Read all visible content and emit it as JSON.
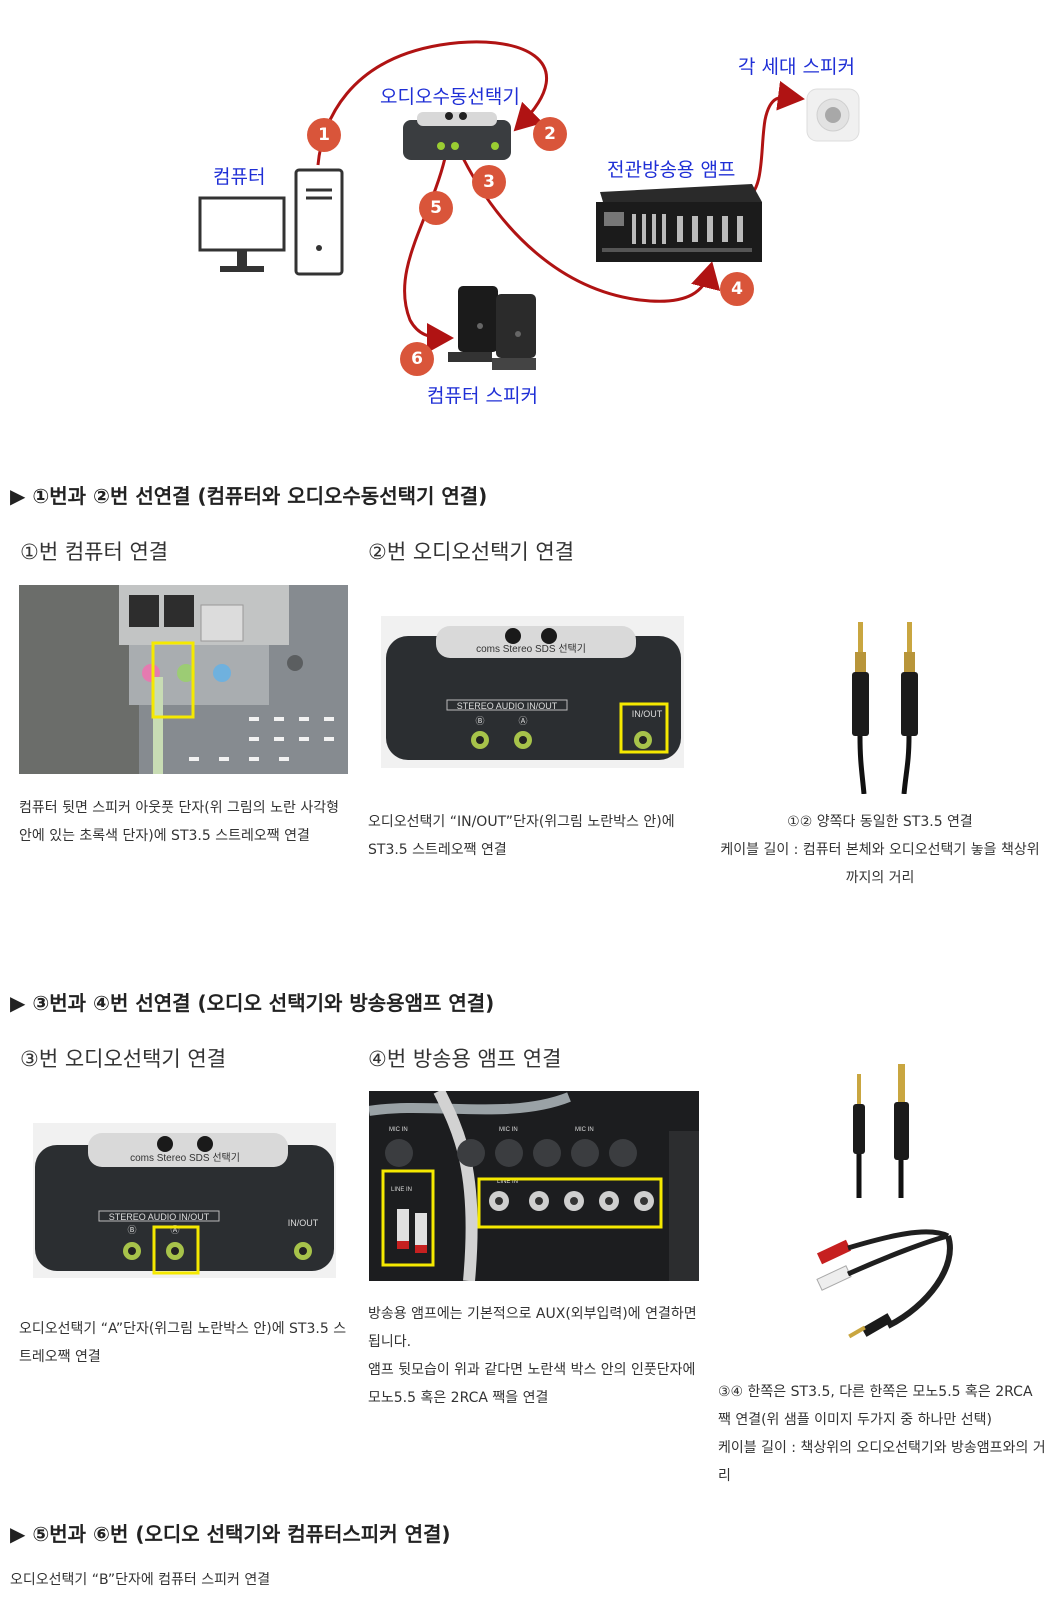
{
  "diagram": {
    "computer_label": "컴퓨터",
    "selector_label": "오디오수동선택기",
    "household_speaker_label": "각 세대 스피커",
    "amp_label": "전관방송용 앰프",
    "pc_speaker_label": "컴퓨터 스피커",
    "badges": [
      "1",
      "2",
      "3",
      "4",
      "5",
      "6"
    ]
  },
  "section1": {
    "heading": "▶ ①번과 ②번 선연결 (컴퓨터와 오디오수동선택기 연결)",
    "col1_title": "①번 컴퓨터 연결",
    "col2_title": "②번 오디오선택기 연결",
    "col1_caption": "컴퓨터 뒷면 스피커 아웃풋 단자(위 그림의 노란 사각형 안에 있는 초록색 단자)에 ST3.5 스트레오짹  연결",
    "col2_caption": "오디오선택기 “IN/OUT”단자(위그림 노란박스 안)에 ST3.5 스트레오짹 연결",
    "col3_caption_line1": "①② 양쪽다 동일한 ST3.5 연결",
    "col3_caption_line2": "케이블 길이 : 컴퓨터 본체와 오디오선택기 놓을 책상위까지의 거리"
  },
  "section2": {
    "heading": "▶ ③번과 ④번 선연결 (오디오 선택기와 방송용앰프 연결)",
    "col1_title": "③번 오디오선택기 연결",
    "col2_title": "④번 방송용 앰프 연결",
    "col1_caption": "오디오선택기 “A”단자(위그림 노란박스 안)에  ST3.5 스트레오짹  연결",
    "col2_caption_line1": "방송용 앰프에는 기본적으로 AUX(외부입력)에 연결하면 됩니다.",
    "col2_caption_line2": "앰프 뒷모습이 위과 같다면 노란색 박스 안의 인풋단자에 모노5.5 혹은 2RCA 짹을 연결",
    "col3_caption_line1": "③④ 한쪽은 ST3.5, 다른 한쪽은 모노5.5 혹은 2RCA 짹 연결(위 샘플 이미지 두가지 중 하나만 선택)",
    "col3_caption_line2": "케이블 길이 : 책상위의 오디오선택기와 방송앰프와의 거리"
  },
  "section3": {
    "heading": "▶ ⑤번과 ⑥번 (오디오 선택기와 컴퓨터스피커 연결)",
    "caption": "오디오선택기 “B”단자에 컴퓨터 스피커 연결"
  },
  "photo_text": {
    "stereo_label": "STEREO AUDIO IN/OUT",
    "inout_label": "IN/OUT",
    "brand": "coms Stereo SDS 선택기",
    "port_b": "Ⓑ",
    "port_a": "Ⓐ",
    "mic_in": "MIC IN",
    "line_in": "LINE IN"
  },
  "colors": {
    "accent_blue": "#1f2fd6",
    "badge_red": "#d9553a",
    "cable_red": "#b01313",
    "highlight_yellow": "#f5e900"
  }
}
